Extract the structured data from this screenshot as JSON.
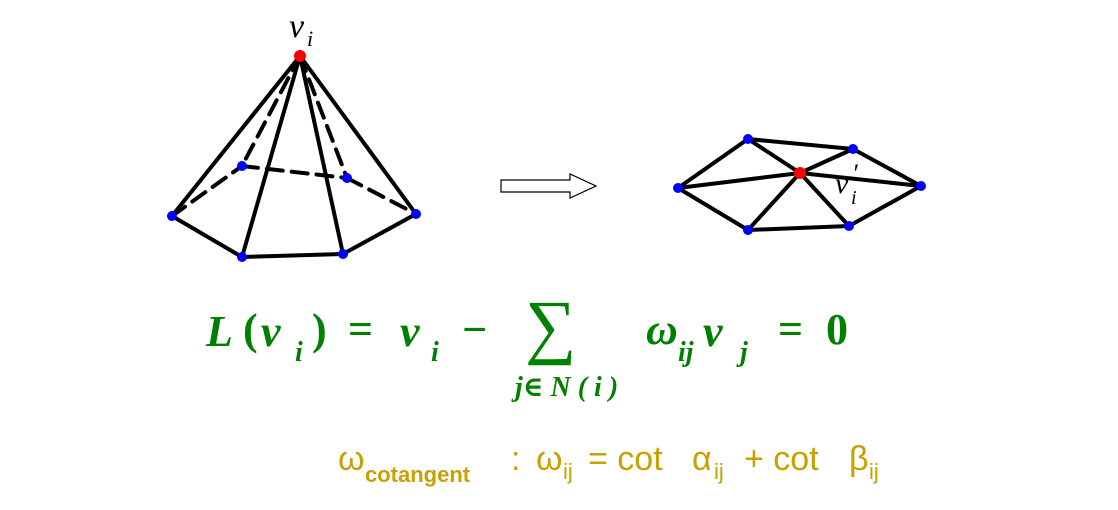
{
  "labels": {
    "apex": "v",
    "apex_sub": "i",
    "center": "v",
    "center_prime": "′",
    "center_sub": "i"
  },
  "equation": {
    "L": "L",
    "lparen": "(",
    "v1": "v",
    "v1_sub": "i",
    "rparen": ")",
    "eq1": "=",
    "v2": "v",
    "v2_sub": "i",
    "minus": "−",
    "sum": "∑",
    "sum_sub": "j∈ N ( i )",
    "omega": "ω",
    "omega_sub": "ij",
    "v3": "v",
    "v3_sub": "j",
    "eq2": "=",
    "zero": "0"
  },
  "weight": {
    "omega": "ω",
    "omega_sub": "cotangent",
    "colon": ":",
    "omega2": "ω",
    "omega2_sub": "ij",
    "eq": "= cot",
    "alpha": "α",
    "alpha_sub": "ij",
    "plus": "+ cot",
    "beta": "β",
    "beta_sub": "ij"
  },
  "colors": {
    "edge": "#000000",
    "vertex": "#0000ff",
    "highlight": "#ff0000",
    "equation": "#008000",
    "weight": "#c8a000"
  }
}
